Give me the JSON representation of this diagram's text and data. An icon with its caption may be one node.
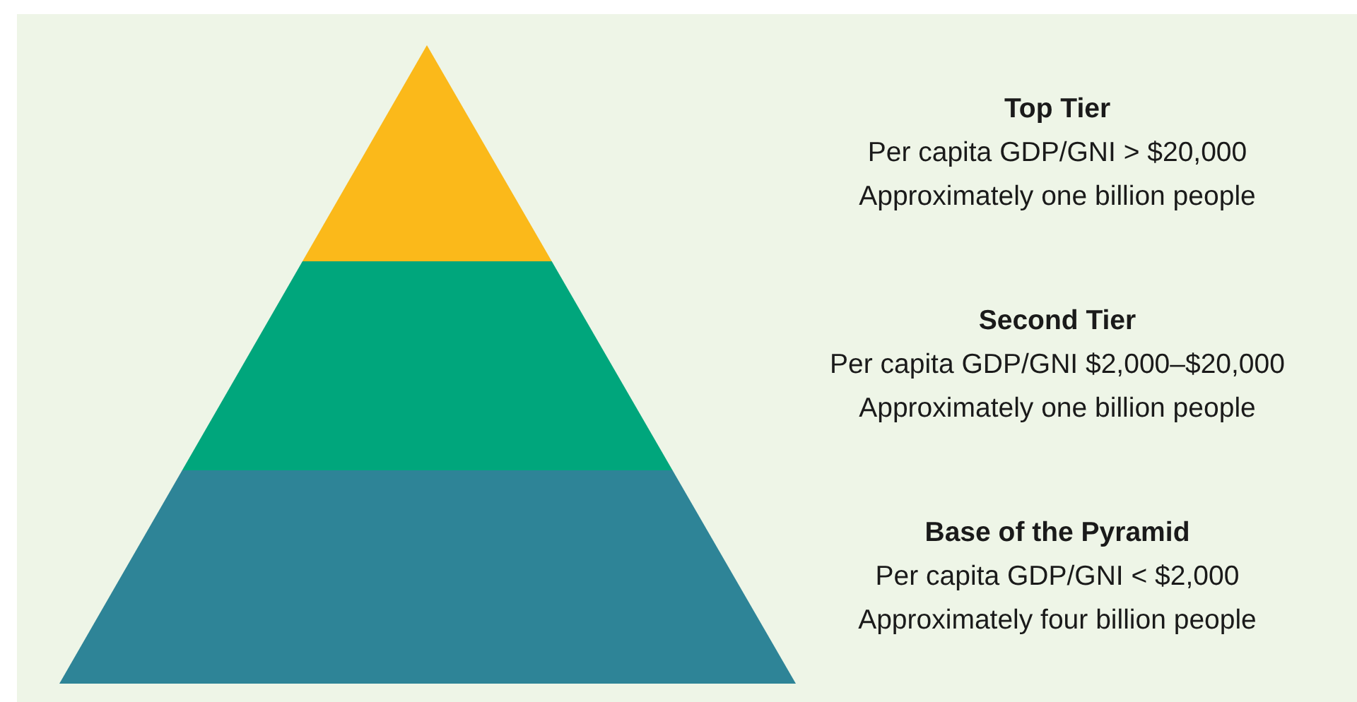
{
  "diagram": {
    "nodes": [
      {
        "text": [],
        "shape": "triangle",
        "beside": [
          "Top Tier",
          "Per capita GDP/GNI > $20,000",
          "Approximately one billion people"
        ]
      },
      {
        "text": [],
        "shape": "trapezoid",
        "beside": [
          "Second Tier",
          "Per capita GDP/GNI $2,000–$20,000",
          "Approximately one billion people"
        ]
      },
      {
        "text": [],
        "shape": "trapezoid",
        "beside": [
          "Base of the Pyramid",
          "Per capita GDP/GNI < $2,000",
          "Approximately four billion people"
        ]
      }
    ]
  }
}
